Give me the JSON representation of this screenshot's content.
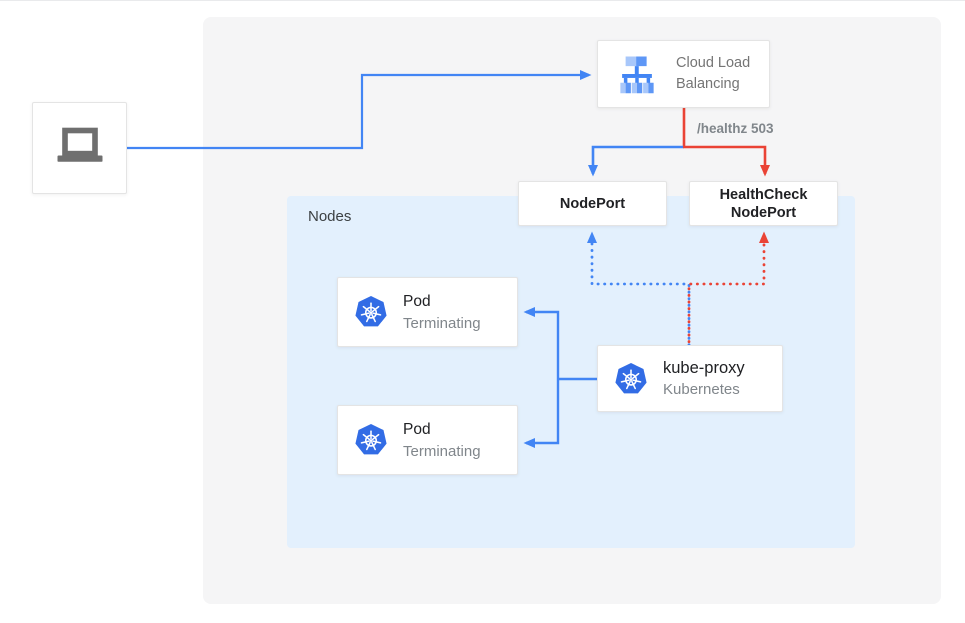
{
  "colors": {
    "traffic_blue": "#4285f4",
    "health_red": "#ea4335",
    "nodes_panel_bg": "#e3f0fd",
    "outer_panel_bg": "#f5f5f6",
    "kubernetes_blue": "#326ce5",
    "muted_text": "#80868b",
    "dark_text": "#202124"
  },
  "client": {
    "icon": "laptop-icon"
  },
  "load_balancer": {
    "label": "Cloud Load Balancing",
    "icon": "load-balancer-icon"
  },
  "healthz_label": "/healthz 503",
  "node_port": {
    "label": "NodePort"
  },
  "health_check_node_port": {
    "label": "HealthCheck NodePort"
  },
  "nodes_group": {
    "label": "Nodes"
  },
  "pods": [
    {
      "title": "Pod",
      "status": "Terminating",
      "icon": "kubernetes-icon"
    },
    {
      "title": "Pod",
      "status": "Terminating",
      "icon": "kubernetes-icon"
    }
  ],
  "kube_proxy": {
    "title": "kube-proxy",
    "subtitle": "Kubernetes",
    "icon": "kubernetes-icon"
  },
  "edges": [
    {
      "from": "client",
      "to": "cloud-load-balancing",
      "style": "solid",
      "color": "blue"
    },
    {
      "from": "cloud-load-balancing",
      "to": "node-port",
      "style": "solid",
      "color": "blue"
    },
    {
      "from": "cloud-load-balancing",
      "to": "health-check-node-port",
      "style": "solid",
      "color": "red",
      "label": "/healthz 503"
    },
    {
      "from": "kube-proxy",
      "to": "node-port",
      "style": "dotted",
      "color": "blue"
    },
    {
      "from": "kube-proxy",
      "to": "health-check-node-port",
      "style": "dotted",
      "color": "red"
    },
    {
      "from": "kube-proxy",
      "to": "pod-1",
      "style": "solid",
      "color": "blue"
    },
    {
      "from": "kube-proxy",
      "to": "pod-2",
      "style": "solid",
      "color": "blue"
    }
  ]
}
